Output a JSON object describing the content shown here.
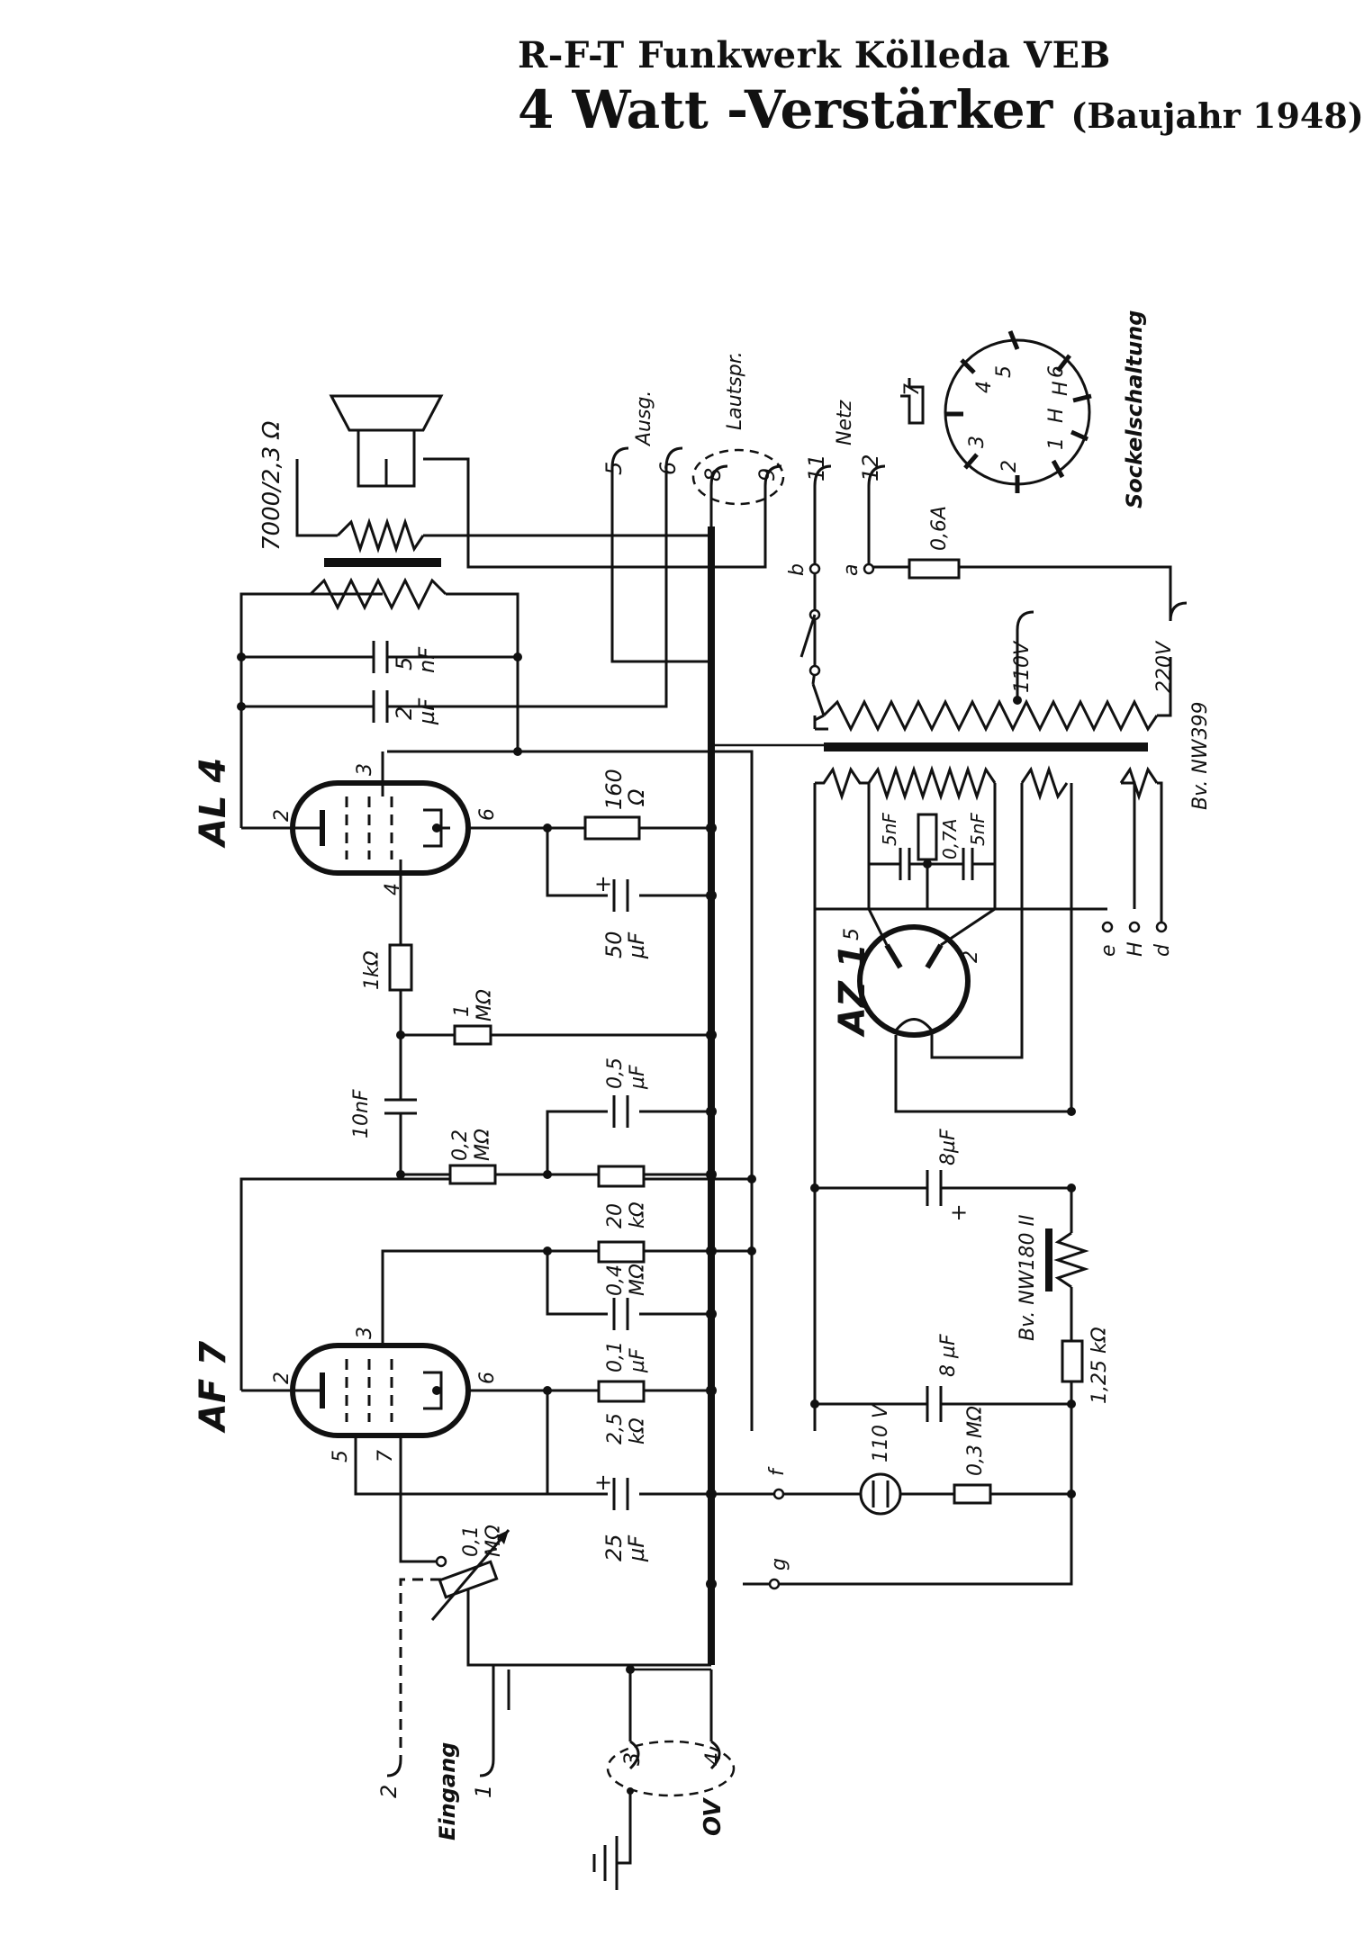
{
  "header": {
    "manufacturer": "R-F-T Funkwerk Kölleda VEB",
    "model": "4 Watt -Verstärker",
    "year_note": "(Baujahr 1948)"
  },
  "tubes": {
    "al4": "AL 4",
    "af7": "AF 7",
    "az1": "AZ 1"
  },
  "pins": {
    "al4_2": "2",
    "al4_3": "3",
    "al4_4": "4",
    "al4_6": "6",
    "af7_2": "2",
    "af7_3": "3",
    "af7_5": "5",
    "af7_6": "6",
    "af7_7": "7",
    "az1_5": "5",
    "az1_2": "2"
  },
  "components": {
    "out_transformer": "7000/2,3 Ω",
    "c_5nF": [
      "5",
      "nF"
    ],
    "c_2uF": [
      "2",
      "µF"
    ],
    "r_160": [
      "160",
      "Ω"
    ],
    "c_50uF": [
      "50",
      "µF"
    ],
    "r_1k": "1kΩ",
    "r_1M": [
      "1",
      "MΩ"
    ],
    "c_10nF": "10nF",
    "c_05uF": [
      "0,5",
      "µF"
    ],
    "r_02M": [
      "0,2",
      "MΩ"
    ],
    "r_20k": [
      "20",
      "kΩ"
    ],
    "r_04M": [
      "0,4",
      "MΩ"
    ],
    "c_01uF": [
      "0,1",
      "µF"
    ],
    "r_25k": [
      "2,5",
      "kΩ"
    ],
    "c_25uF": [
      "25",
      "µF"
    ],
    "pot_01M": [
      "0,1",
      "MΩ"
    ],
    "fuse": "0,6A",
    "tap_110": "110V",
    "tap_220": "220V",
    "mains_tr": "Bv. NW399",
    "rect_c1": "5nF",
    "rect_fuse": "0,7A",
    "rect_c2": "5nF",
    "c_8uF_a": "8µF",
    "choke": "Bv. NW180 II",
    "c_8uF_b": "8 µF",
    "r_125k": "1,25 kΩ",
    "glow": "110 V",
    "r_03M": "0,3 MΩ"
  },
  "terminals": {
    "t5": "5",
    "t6": "6",
    "t8": "8",
    "t9": "9",
    "t11": "11",
    "t12": "12",
    "t1": "1",
    "t2": "2",
    "t3": "3",
    "t4": "4",
    "ausg": "Ausg.",
    "lautspr": "Lautspr.",
    "netz": "Netz",
    "eingang": "Eingang",
    "ov": "OV",
    "a": "a",
    "b": "b",
    "e": "e",
    "H": "H",
    "d": "d",
    "f": "f",
    "g": "g"
  },
  "socket": {
    "title": "Sockelschaltung",
    "p1": "1",
    "p2": "2",
    "p3": "3",
    "p4": "4",
    "p5": "5",
    "p6": "6",
    "p7": "7",
    "H1": "H",
    "H2": "H"
  },
  "colors": {
    "ink": "#111111",
    "paper": "#ffffff"
  }
}
